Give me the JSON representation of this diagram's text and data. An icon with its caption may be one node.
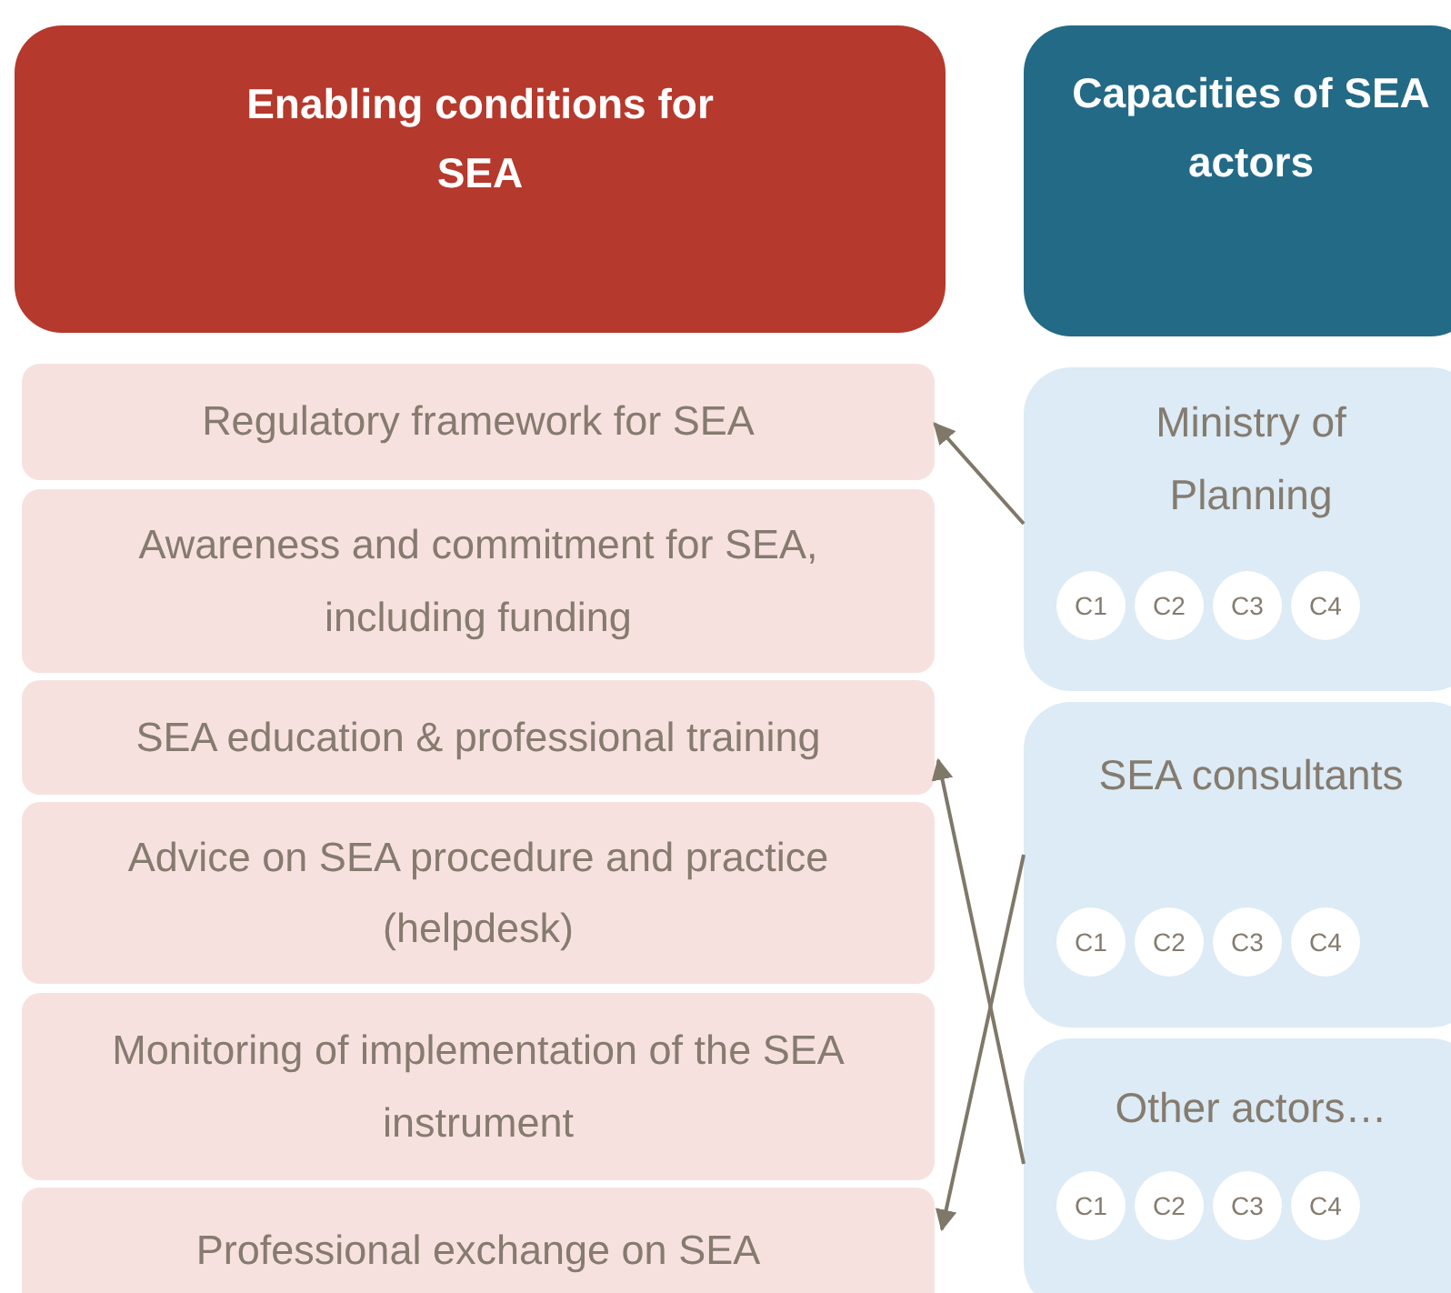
{
  "diagram": {
    "nodes": [
      {
        "text": [
          "Enabling conditions for SEA"
        ]
      },
      {
        "text": [
          "Capacities of SEA actors"
        ]
      },
      {
        "text": [
          "Regulatory framework for SEA"
        ]
      },
      {
        "text": [
          "Awareness and commitment for SEA, including funding"
        ]
      },
      {
        "text": [
          "SEA education & professional training"
        ]
      },
      {
        "text": [
          "Advice on SEA procedure and practice (helpdesk)"
        ]
      },
      {
        "text": [
          "Monitoring of implementation of the SEA instrument"
        ]
      },
      {
        "text": [
          "Professional exchange on SEA"
        ]
      },
      {
        "text": [
          "Ministry of Planning"
        ]
      },
      {
        "text": [
          "C1"
        ],
        "in": 8
      },
      {
        "text": [
          "C2"
        ],
        "in": 8
      },
      {
        "text": [
          "C3"
        ],
        "in": 8
      },
      {
        "text": [
          "C4"
        ],
        "in": 8
      },
      {
        "text": [
          "SEA consultants"
        ]
      },
      {
        "text": [
          "C1"
        ],
        "in": 13
      },
      {
        "text": [
          "C2"
        ],
        "in": 13
      },
      {
        "text": [
          "C3"
        ],
        "in": 13
      },
      {
        "text": [
          "C4"
        ],
        "in": 13
      },
      {
        "text": [
          "Other actors…"
        ]
      },
      {
        "text": [
          "C1"
        ],
        "in": 18
      },
      {
        "text": [
          "C2"
        ],
        "in": 18
      },
      {
        "text": [
          "C3"
        ],
        "in": 18
      },
      {
        "text": [
          "C4"
        ],
        "in": 18
      }
    ],
    "edges": [
      {
        "from": 8,
        "to": 2,
        "arrow": "to"
      },
      {
        "from": 18,
        "to": 4,
        "arrow": "to"
      },
      {
        "from": 13,
        "to": 7,
        "arrow": "to"
      }
    ]
  }
}
